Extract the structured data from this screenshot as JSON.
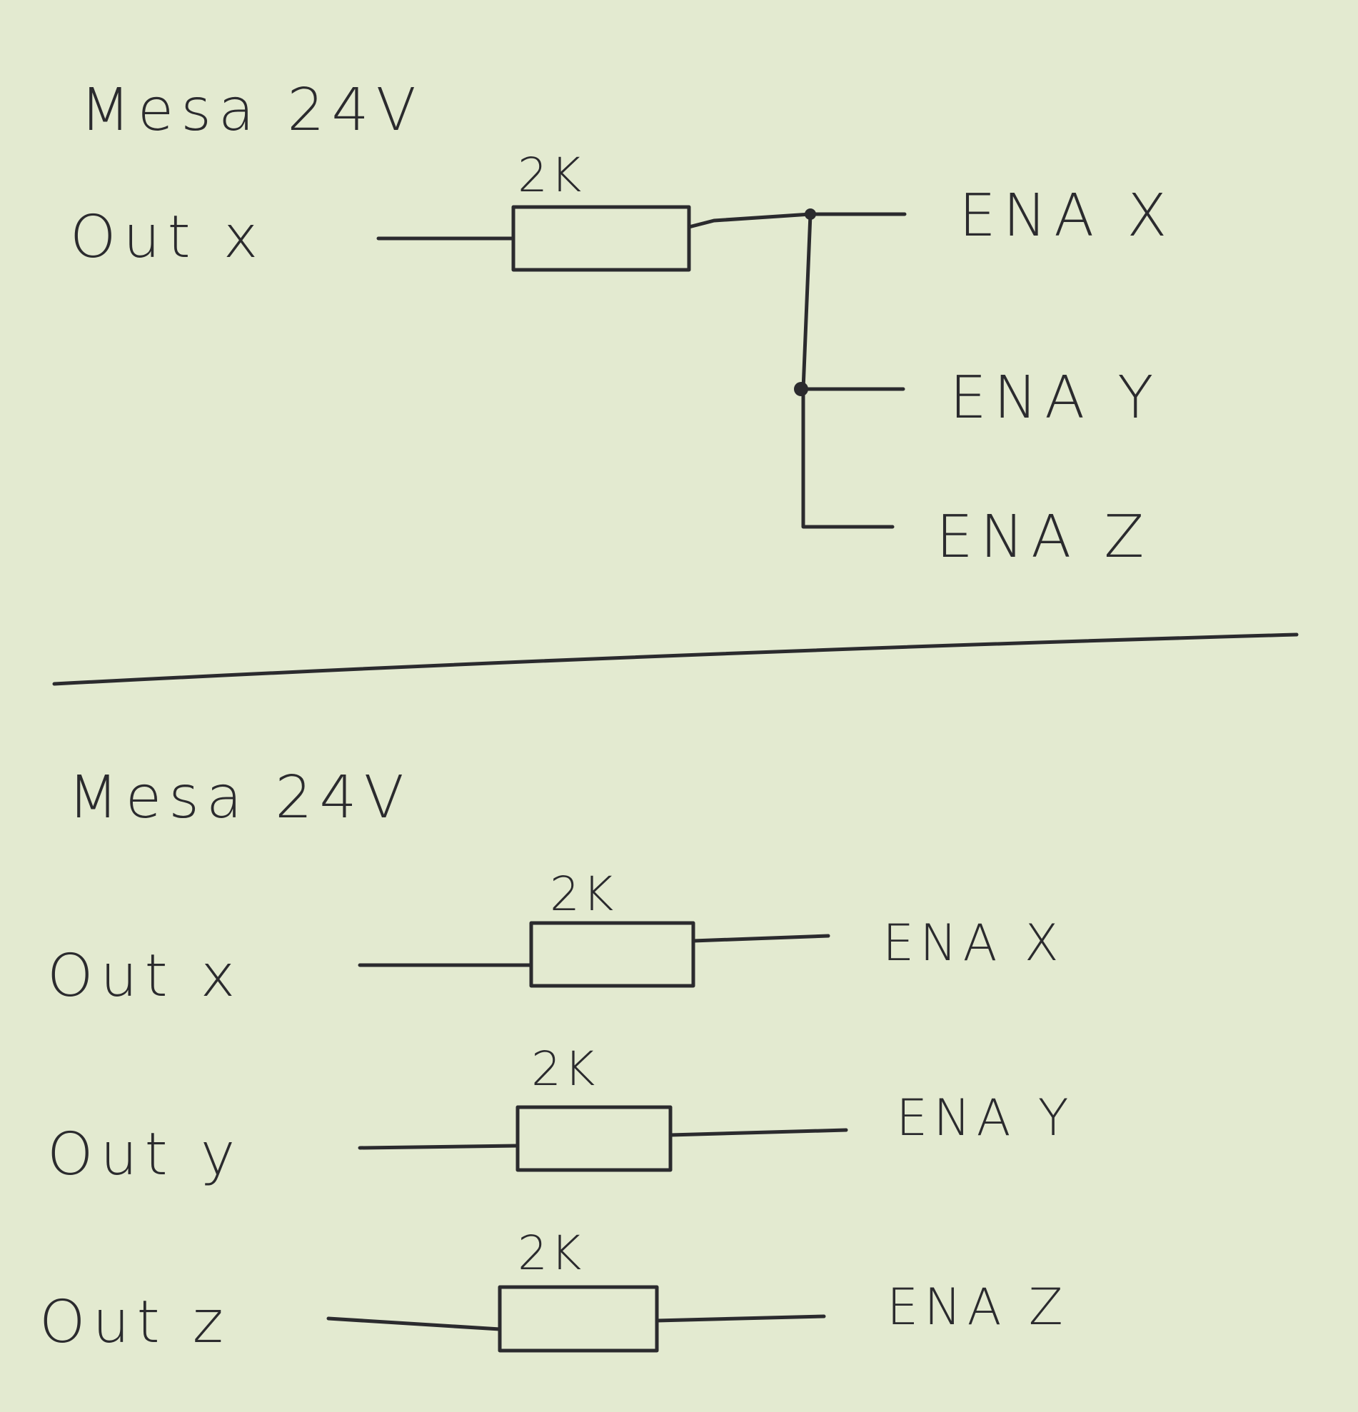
{
  "colors": {
    "paper": "#e3ead0",
    "ink": "#2b2b2e"
  },
  "top": {
    "title": "Mesa 24V",
    "input": "Out x",
    "resistor": "2K",
    "outputs": [
      "ENA X",
      "ENA Y",
      "ENA Z"
    ]
  },
  "bottom": {
    "title": "Mesa 24V",
    "rows": [
      {
        "input": "Out x",
        "resistor": "2K",
        "output": "ENA X"
      },
      {
        "input": "Out y",
        "resistor": "2K",
        "output": "ENA Y"
      },
      {
        "input": "Out z",
        "resistor": "2K",
        "output": "ENA Z"
      }
    ]
  }
}
